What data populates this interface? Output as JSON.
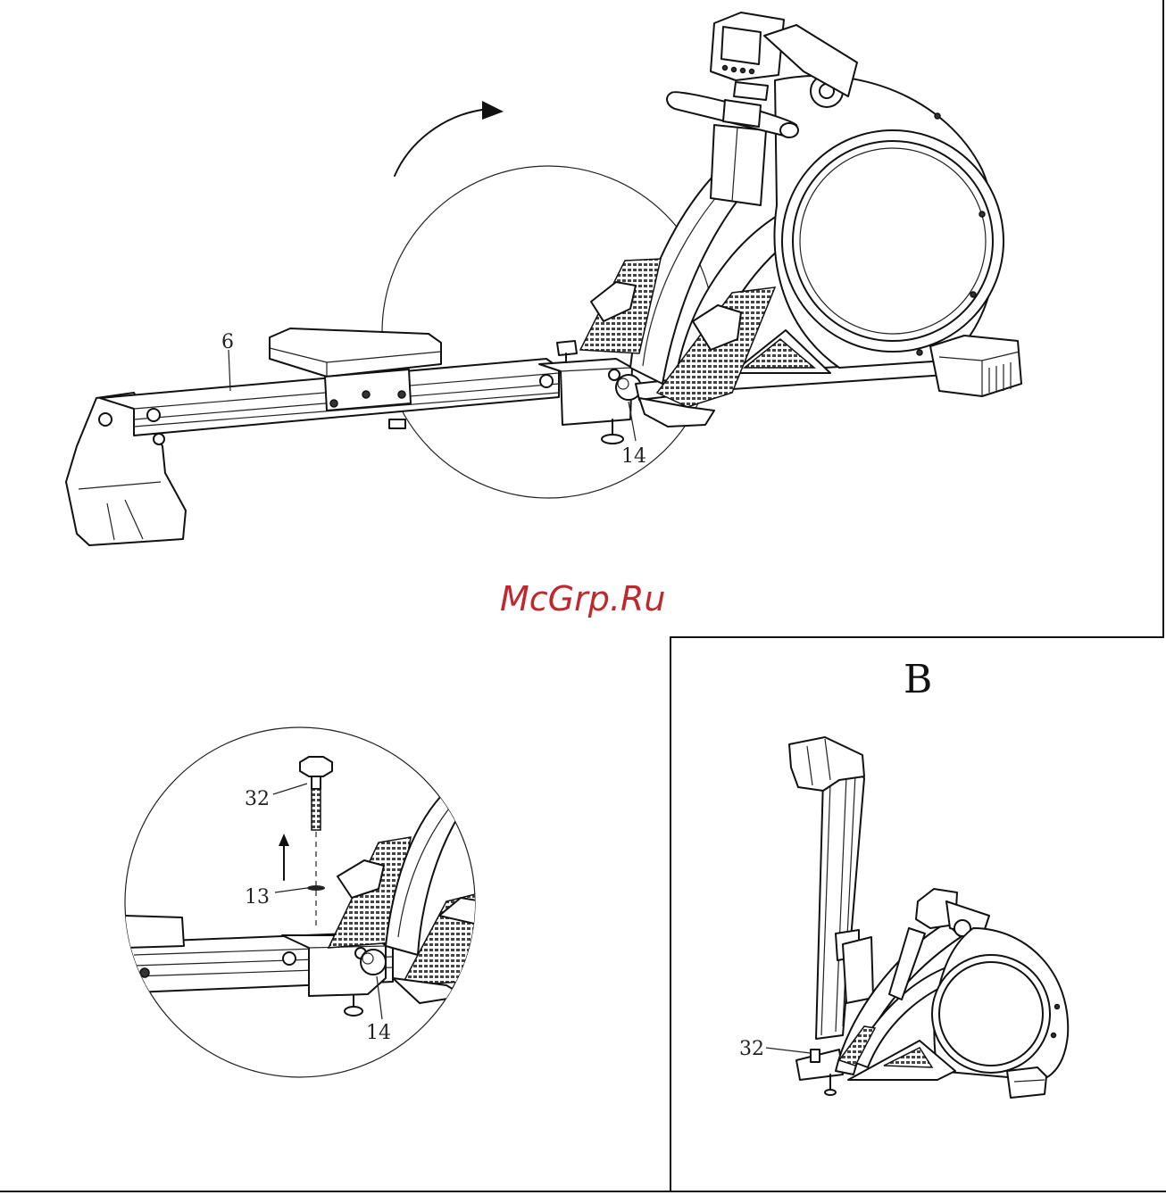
{
  "watermark": "McGrp.Ru",
  "main_view": {
    "labels": {
      "rail": "6",
      "knob": "14"
    }
  },
  "detail_view": {
    "labels": {
      "bolt": "32",
      "washer": "13",
      "knob": "14"
    }
  },
  "panel_b": {
    "title": "B",
    "labels": {
      "bolt": "32"
    }
  }
}
